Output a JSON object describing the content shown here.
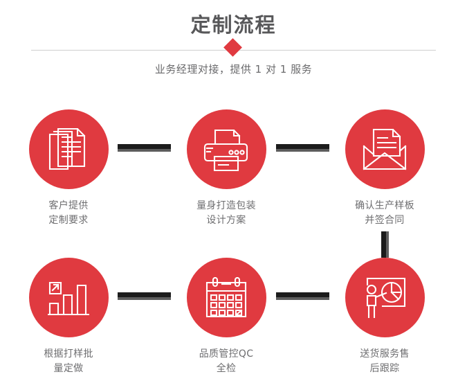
{
  "header": {
    "title": "定制流程",
    "subtitle": "业务经理对接，提供 1 对 1 服务",
    "divider_icon": "red-diamond",
    "title_color": "#58585a",
    "accent_color": "#e03a40",
    "divider_color": "#cfcfcf"
  },
  "flow": {
    "connector_color": "#1c1c1c",
    "connector_shadow_color": "#5d5d5d",
    "circle_color": "#e03a40",
    "caption_color": "#6e6e70",
    "steps": [
      {
        "index": 1,
        "icon": "documents-stack-icon",
        "caption": "客户提供\n定制要求"
      },
      {
        "index": 2,
        "icon": "printer-icon",
        "caption": "量身打造包装\n设计方案"
      },
      {
        "index": 3,
        "icon": "envelope-letter-icon",
        "caption": "确认生产样板\n并签合同"
      },
      {
        "index": 4,
        "icon": "bar-chart-growth-icon",
        "caption": "根据打样批\n量定做"
      },
      {
        "index": 5,
        "icon": "calendar-check-icon",
        "caption": "品质管控QC\n全检"
      },
      {
        "index": 6,
        "icon": "presenter-pie-chart-icon",
        "caption": "送货服务售\n后跟踪"
      }
    ]
  }
}
